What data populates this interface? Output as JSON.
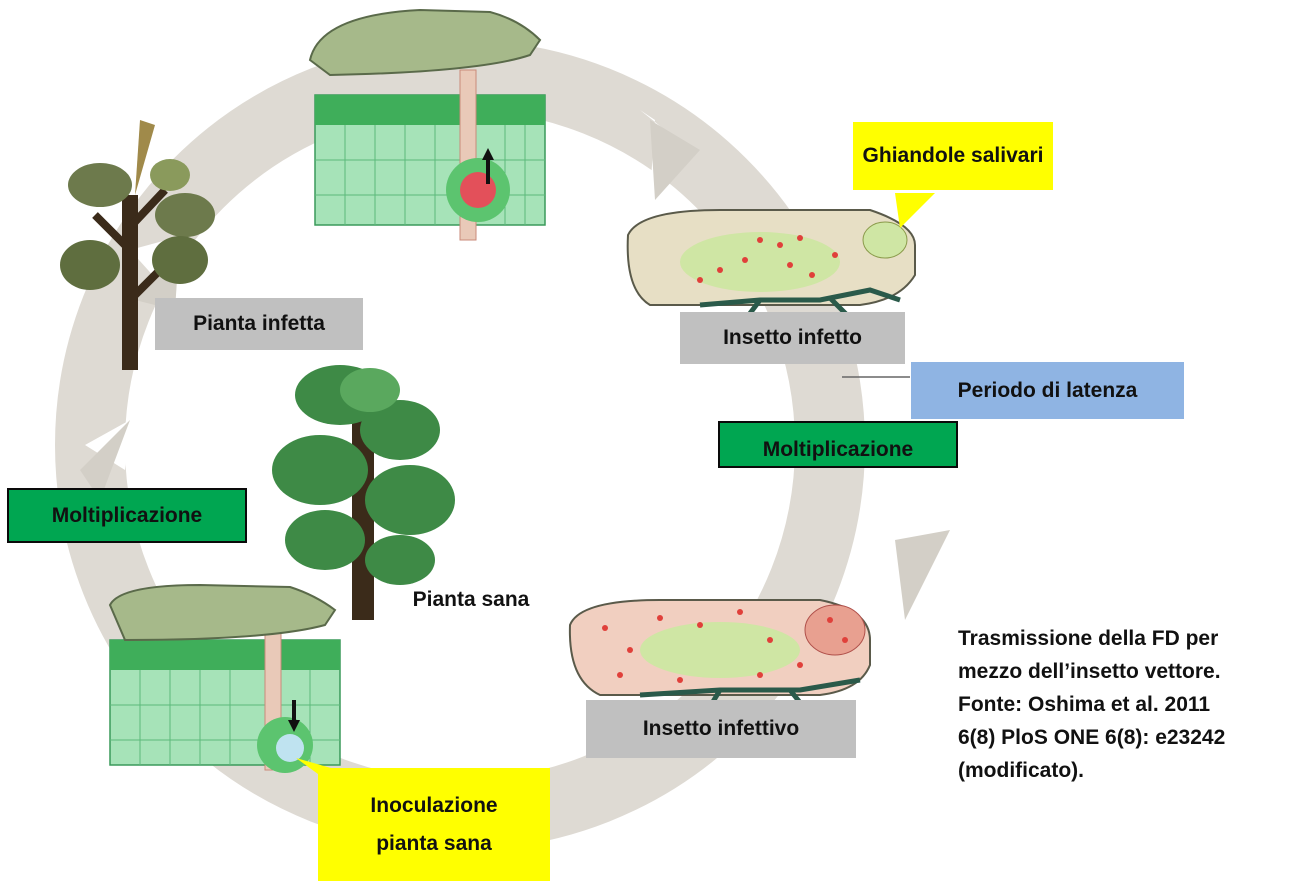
{
  "labels": {
    "ghiandole_salivari": "Ghiandole salivari",
    "insetto_infetto": "Insetto infetto",
    "periodo_di_latenza": "Periodo di latenza",
    "moltiplicazione_right": "Moltiplicazione",
    "moltiplicazione_left": "Moltiplicazione",
    "pianta_infetta": "Pianta infetta",
    "pianta_sana": "Pianta sana",
    "insetto_infettivo": "Insetto infettivo",
    "inoculazione_line1": "Inoculazione",
    "inoculazione_line2": "pianta sana"
  },
  "caption": {
    "line1": "Trasmissione della FD per",
    "line2": "mezzo dell’insetto vettore.",
    "line3": "Fonte: Oshima et al. 2011",
    "line4": "6(8) PloS ONE 6(8): e23242",
    "line5": "(modificato)."
  },
  "colors": {
    "grey_box": "#c0c0c0",
    "green_box": "#00a651",
    "blue_box": "#8fb4e3",
    "yellow_box": "#ffff00",
    "cycle_ring": "#dedad3",
    "phytoplasma_dots": "#e0403a"
  }
}
